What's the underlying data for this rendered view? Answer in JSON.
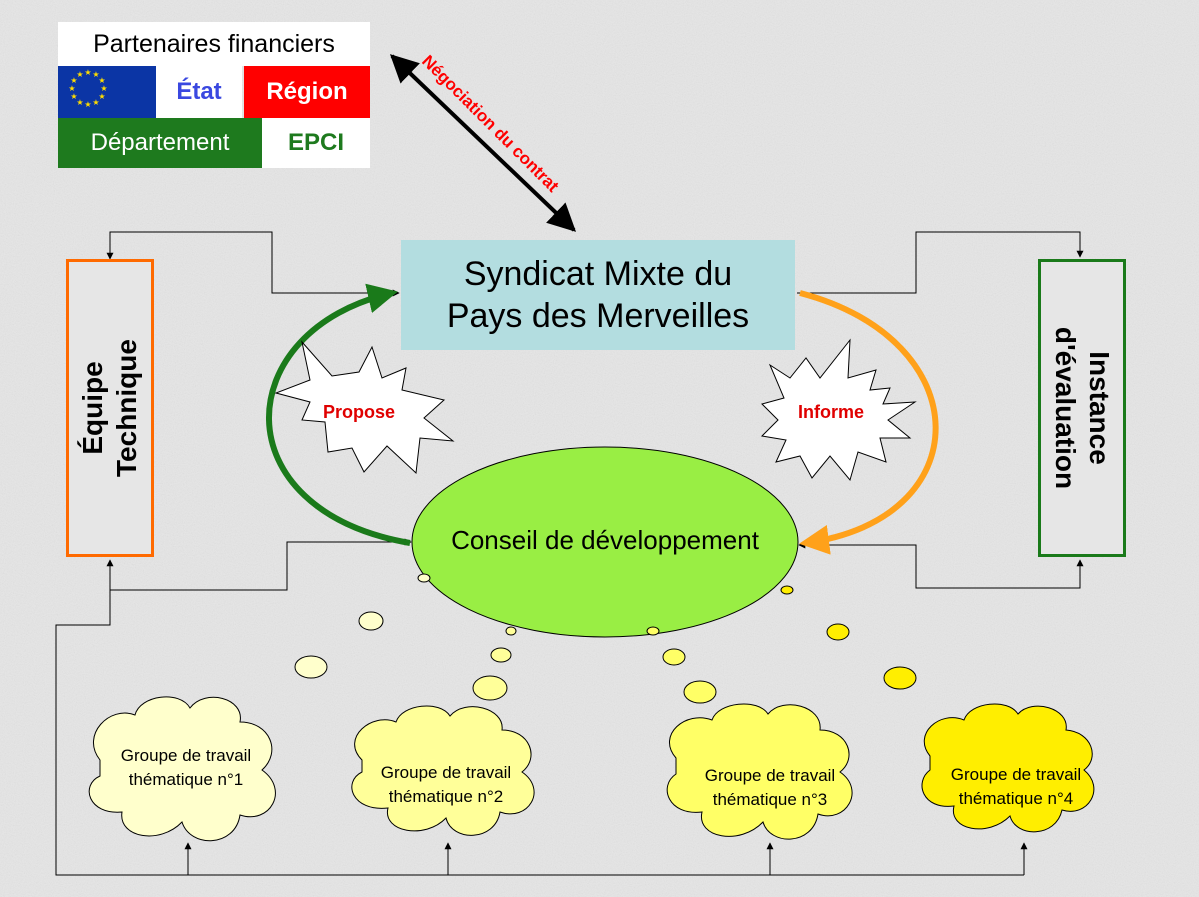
{
  "partners": {
    "title": "Partenaires financiers",
    "etat": "État",
    "region": "Région",
    "departement": "Département",
    "epci": "EPCI",
    "eu_flag_icon": "eu-flag-icon"
  },
  "negotiation_label": "Négociation du contrat",
  "syndicat": {
    "line1": "Syndicat Mixte du",
    "line2": "Pays des Merveilles"
  },
  "equipe": {
    "line1": "Équipe",
    "line2": "Technique"
  },
  "instance": {
    "line1": "Instance",
    "line2": "d'évaluation"
  },
  "propose_label": "Propose",
  "informe_label": "Informe",
  "conseil_label": "Conseil de développement",
  "groups": [
    {
      "line1": "Groupe de travail",
      "line2": "thématique n°1"
    },
    {
      "line1": "Groupe de travail",
      "line2": "thématique n°2"
    },
    {
      "line1": "Groupe de travail",
      "line2": "thématique n°3"
    },
    {
      "line1": "Groupe de travail",
      "line2": "thématique n°4"
    }
  ],
  "colors": {
    "background": "#e6e6e6",
    "eu_blue": "#0b35a5",
    "etat_blue": "#3a48e0",
    "region_red": "#ff0000",
    "departement_green": "#1e7a1e",
    "syndicat_fill": "#b3dde0",
    "equipe_border": "#ff6a00",
    "instance_border": "#1a7a1a",
    "propose_arrow": "#1a7a1a",
    "informe_arrow": "#ffa11a",
    "conseil_fill": "#99ee44",
    "star_text": "#e00000",
    "group_fills": [
      "#ffffcc",
      "#ffff99",
      "#ffff66",
      "#ffee00"
    ]
  }
}
